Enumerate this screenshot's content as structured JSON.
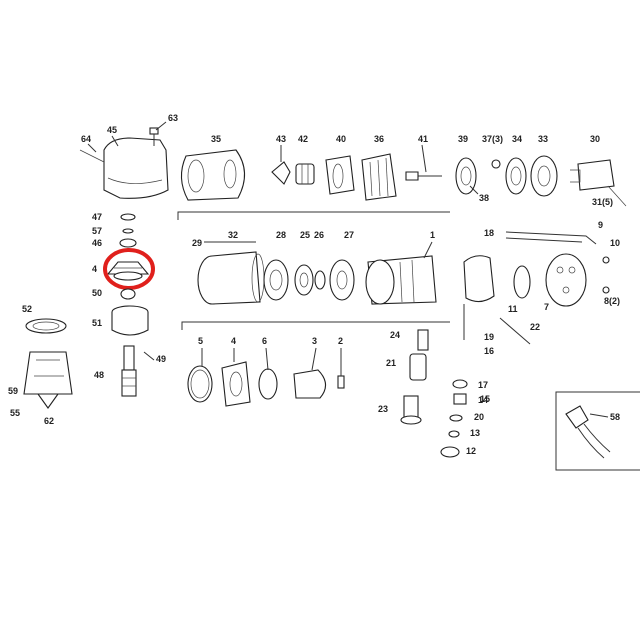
{
  "diagram": {
    "highlight_color": "#e0201c",
    "highlighted_part": "4",
    "labels": {
      "p64": "64",
      "p45": "45",
      "p63": "63",
      "p35": "35",
      "p43": "43",
      "p42": "42",
      "p40": "40",
      "p36": "36",
      "p41": "41",
      "p39": "39",
      "p37": "37(3)",
      "p34": "34",
      "p33": "33",
      "p30": "30",
      "p38": "38",
      "p31": "31(5)",
      "p47": "47",
      "p57": "57",
      "p46": "46",
      "p4": "4",
      "p50": "50",
      "p29": "29",
      "p32": "32",
      "p28": "28",
      "p25": "25",
      "p26": "26",
      "p27": "27",
      "p1": "1",
      "p18": "18",
      "p9": "9",
      "p10": "10",
      "p11": "11",
      "p7": "7",
      "p8": "8(2)",
      "p52": "52",
      "p51": "51",
      "p49": "49",
      "p48": "48",
      "p59": "59",
      "p55": "55",
      "p62": "62",
      "p5": "5",
      "p4b": "4",
      "p6": "6",
      "p3": "3",
      "p2": "2",
      "p24": "24",
      "p19": "19",
      "p16": "16",
      "p21": "21",
      "p17": "17",
      "p15": "15",
      "p14": "14",
      "p20": "20",
      "p13": "13",
      "p23": "23",
      "p12": "12",
      "p22": "22",
      "p58": "58"
    }
  }
}
